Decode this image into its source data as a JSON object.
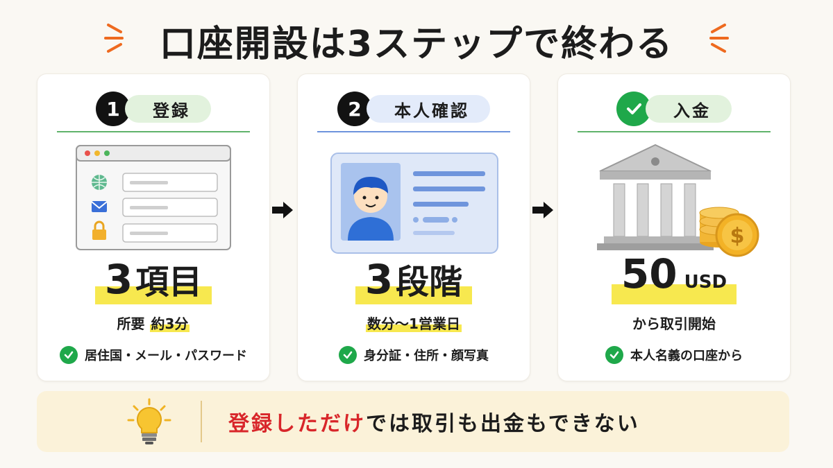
{
  "title": "口座開設は3ステップで終わる",
  "steps": [
    {
      "badge": "1",
      "label": "登録",
      "big_number": "3",
      "big_unit": "項目",
      "sub_prefix": "所要",
      "sub_highlight": "約3分",
      "note": "居住国・メール・パスワード"
    },
    {
      "badge": "2",
      "label": "本人確認",
      "big_number": "3",
      "big_unit": "段階",
      "sub_prefix": "",
      "sub_highlight": "数分〜1営業日",
      "note": "身分証・住所・顔写真"
    },
    {
      "label": "入金",
      "big_number": "50",
      "big_unit": "USD",
      "sub_prefix": "から取引開始",
      "sub_highlight": "",
      "note": "本人名義の口座から"
    }
  ],
  "bottom": {
    "highlight": "登録しただけ",
    "rest": "では取引も出金もできない"
  },
  "colors": {
    "accent_orange": "#ee6a1f",
    "green": "#1fa84a",
    "highlight_yellow": "#f7e84f",
    "warning_red": "#d8262a"
  }
}
